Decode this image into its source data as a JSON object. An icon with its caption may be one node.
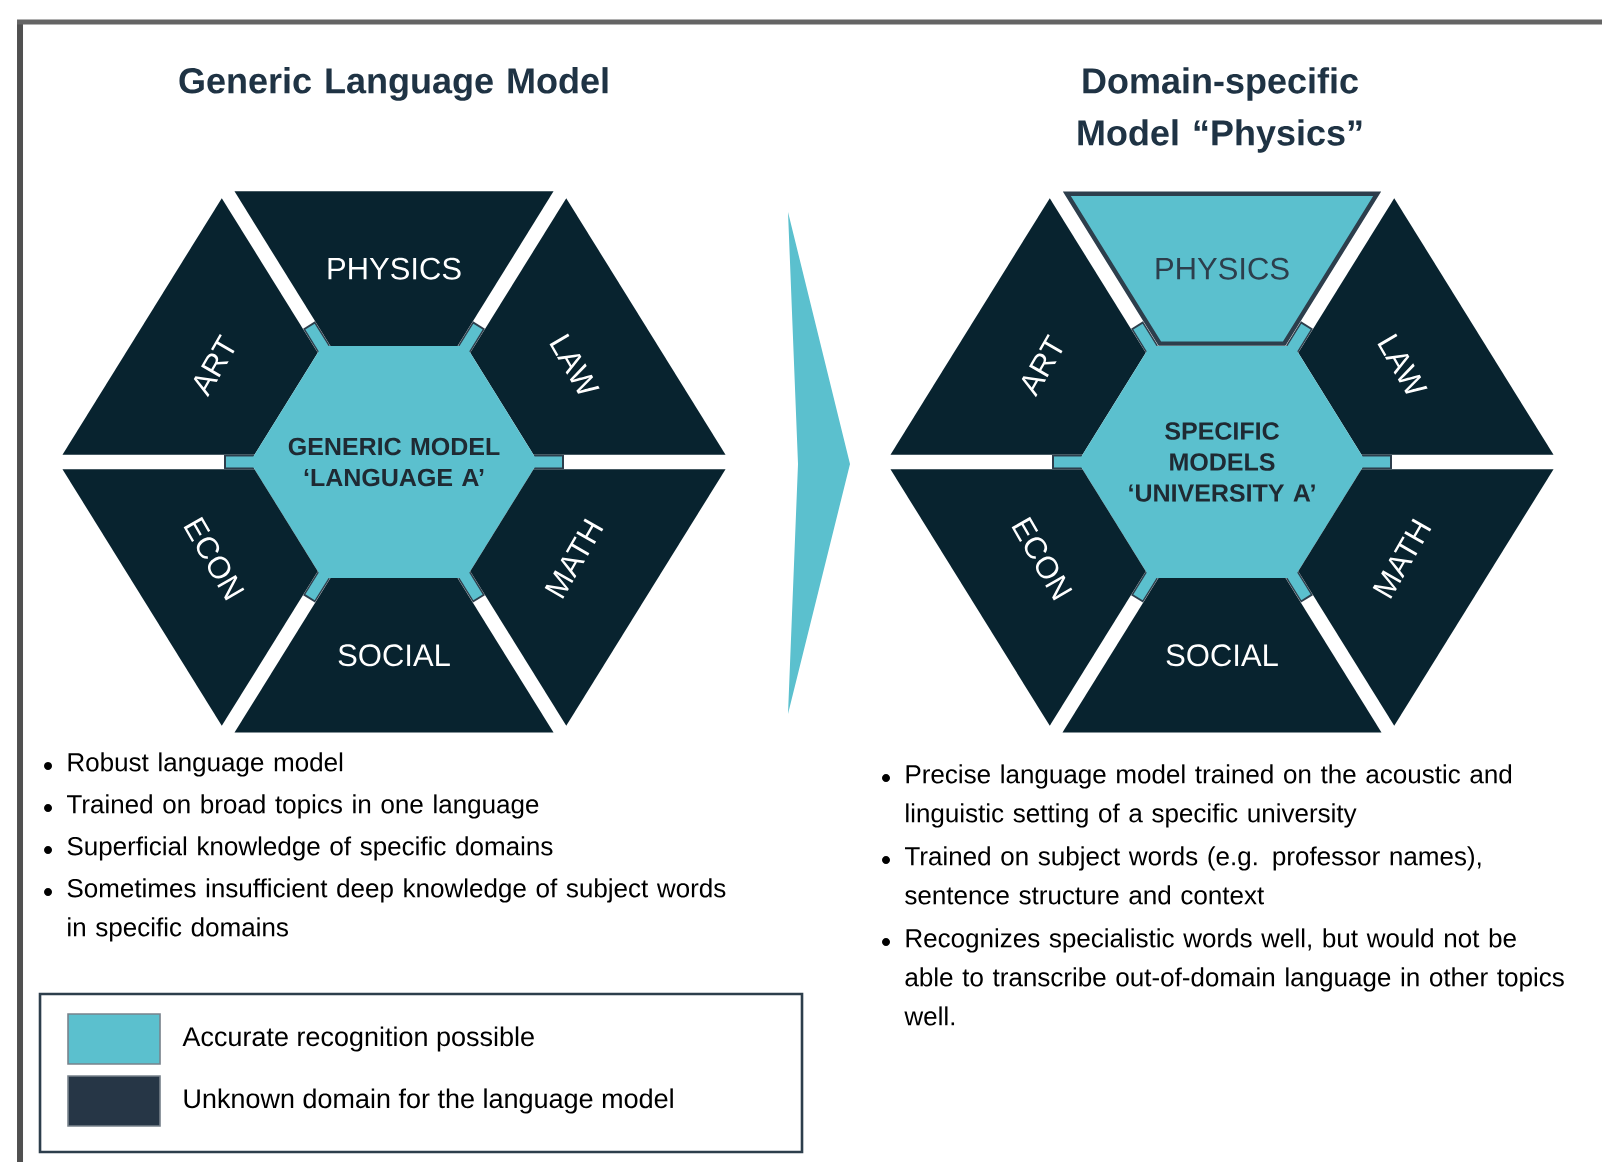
{
  "diagram": {
    "nodes": [
      {
        "text": [
          "PHYSICS"
        ]
      },
      {
        "text": [
          "ART"
        ]
      },
      {
        "text": [
          "LAW"
        ]
      },
      {
        "text": [
          "GENERIC MODEL ‘LANGUAGE A’"
        ]
      },
      {
        "text": [
          "ECON"
        ]
      },
      {
        "text": [
          "MATH"
        ]
      },
      {
        "text": [
          "SOCIAL"
        ]
      },
      {
        "text": [
          "PHYSICS"
        ]
      },
      {
        "text": [
          "ART"
        ]
      },
      {
        "text": [
          "LAW"
        ]
      },
      {
        "text": [
          "SPECIFIC MODELS ‘UNIVERSITY A’"
        ]
      },
      {
        "text": [
          "ECON"
        ]
      },
      {
        "text": [
          "MATH"
        ]
      },
      {
        "text": [
          "SOCIAL"
        ]
      },
      {
        "text": [],
        "shape": "chevron"
      }
    ],
    "labels": [
      "Generic Language Model",
      "Domain-specific Model “Physics”",
      "Robust language model",
      "Trained on broad topics in one language",
      "Superficial knowledge of specific domains",
      "Sometimes insufficient deep knowledge of subject words in specific domains",
      "Precise language model trained on the acoustic and linguistic setting of a specific university",
      "Trained on subject words (e.g. professor names), sentence structure and context",
      "Recognizes specialistic words well, but would not be able to transcribe out-of-domain language in other topics well."
    ],
    "legend": [
      {
        "text": "Accurate recognition possible",
        "color": "#5bc0ce"
      },
      {
        "text": "Unknown domain for the language model",
        "color": "#263646"
      }
    ]
  }
}
